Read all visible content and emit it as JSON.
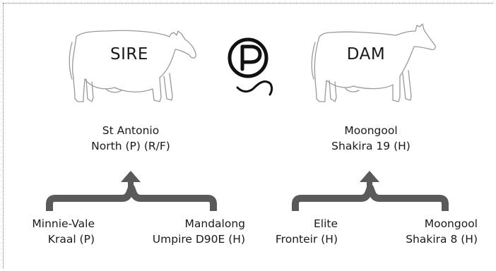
{
  "sire": {
    "label": "SIRE",
    "name_line1": "St Antonio",
    "name_line2": "North (P) (R/F)",
    "parents": {
      "left_line1": "Minnie-Vale",
      "left_line2": "Kraal (P)",
      "right_line1": "Mandalong",
      "right_line2": "Umpire D90E (H)"
    }
  },
  "dam": {
    "label": "DAM",
    "name_line1": "Moongool",
    "name_line2": "Shakira 19 (H)",
    "parents": {
      "left_line1": "Elite",
      "left_line2": "Fronteir (H)",
      "right_line1": "Moongool",
      "right_line2": "Shakira 8 (H)"
    }
  },
  "logo": {
    "letter": "P",
    "icon": "polled-logo-icon"
  },
  "colors": {
    "text": "#1a1a1a",
    "bracket": "#5a5a5a",
    "outline": "#999999"
  }
}
